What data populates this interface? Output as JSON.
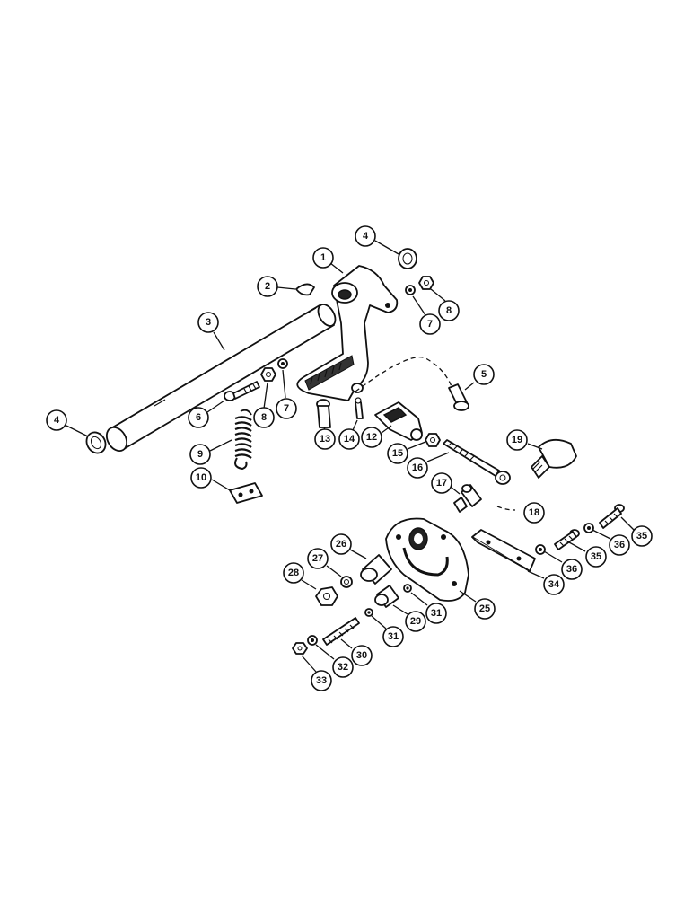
{
  "callouts": [
    {
      "id": "c-1",
      "label": "1"
    },
    {
      "id": "c-2",
      "label": "2"
    },
    {
      "id": "c-3",
      "label": "3"
    },
    {
      "id": "c-4a",
      "label": "4"
    },
    {
      "id": "c-4b",
      "label": "4"
    },
    {
      "id": "c-5",
      "label": "5"
    },
    {
      "id": "c-6",
      "label": "6"
    },
    {
      "id": "c-7a",
      "label": "7"
    },
    {
      "id": "c-7b",
      "label": "7"
    },
    {
      "id": "c-8a",
      "label": "8"
    },
    {
      "id": "c-8b",
      "label": "8"
    },
    {
      "id": "c-9",
      "label": "9"
    },
    {
      "id": "c-10",
      "label": "10"
    },
    {
      "id": "c-12",
      "label": "12"
    },
    {
      "id": "c-13",
      "label": "13"
    },
    {
      "id": "c-14",
      "label": "14"
    },
    {
      "id": "c-15",
      "label": "15"
    },
    {
      "id": "c-16",
      "label": "16"
    },
    {
      "id": "c-17",
      "label": "17"
    },
    {
      "id": "c-18",
      "label": "18"
    },
    {
      "id": "c-19",
      "label": "19"
    },
    {
      "id": "c-25",
      "label": "25"
    },
    {
      "id": "c-26",
      "label": "26"
    },
    {
      "id": "c-27",
      "label": "27"
    },
    {
      "id": "c-28",
      "label": "28"
    },
    {
      "id": "c-29",
      "label": "29"
    },
    {
      "id": "c-30",
      "label": "30"
    },
    {
      "id": "c-31a",
      "label": "31"
    },
    {
      "id": "c-31b",
      "label": "31"
    },
    {
      "id": "c-32",
      "label": "32"
    },
    {
      "id": "c-33",
      "label": "33"
    },
    {
      "id": "c-34",
      "label": "34"
    },
    {
      "id": "c-35a",
      "label": "35"
    },
    {
      "id": "c-35b",
      "label": "35"
    },
    {
      "id": "c-36a",
      "label": "36"
    },
    {
      "id": "c-36b",
      "label": "36"
    }
  ]
}
